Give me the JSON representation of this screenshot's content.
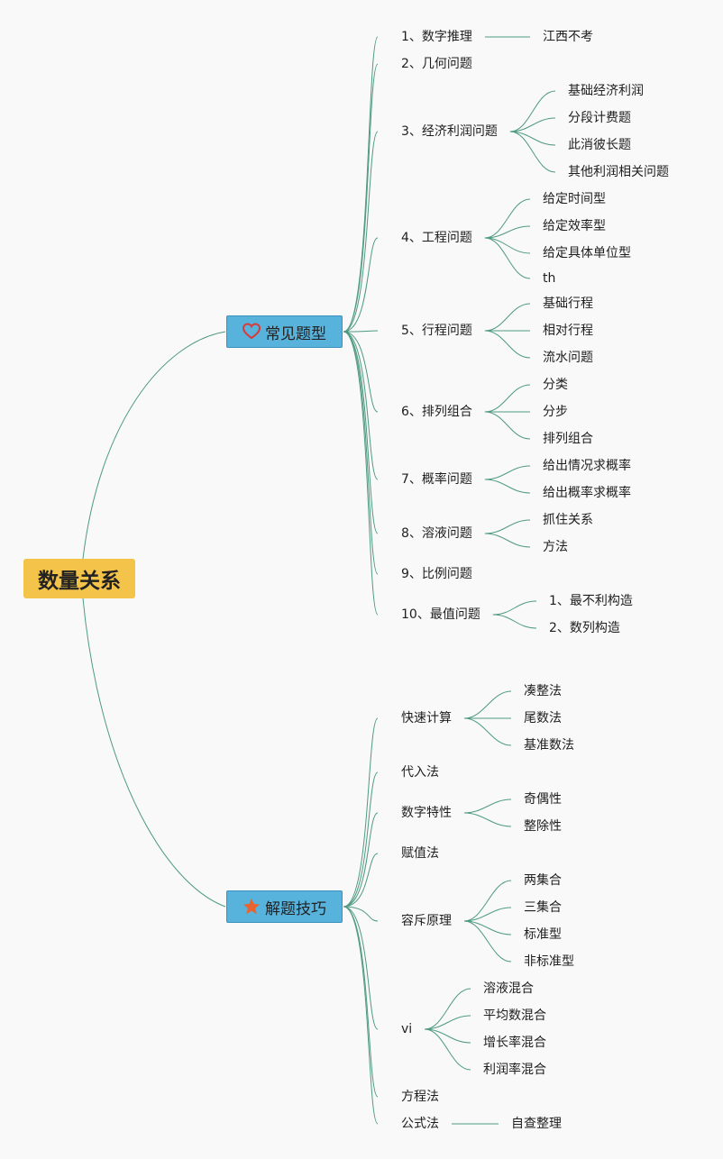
{
  "root": "数量关系",
  "branches": [
    {
      "label": "常见题型",
      "icon": "heart-icon",
      "icon_color": "#d83a3a",
      "children": [
        {
          "label": "1、数字推理",
          "children": [
            "江西不考"
          ]
        },
        {
          "label": "2、几何问题",
          "children": []
        },
        {
          "label": "3、经济利润问题",
          "children": [
            "基础经济利润",
            "分段计费题",
            "此消彼长题",
            "其他利润相关问题"
          ]
        },
        {
          "label": "4、工程问题",
          "children": [
            "给定时间型",
            "给定效率型",
            "给定具体单位型",
            "th"
          ]
        },
        {
          "label": "5、行程问题",
          "children": [
            "基础行程",
            "相对行程",
            "流水问题"
          ]
        },
        {
          "label": "6、排列组合",
          "children": [
            "分类",
            "分步",
            "排列组合"
          ]
        },
        {
          "label": "7、概率问题",
          "children": [
            "给出情况求概率",
            "给出概率求概率"
          ]
        },
        {
          "label": "8、溶液问题",
          "children": [
            "抓住关系",
            "方法"
          ]
        },
        {
          "label": "9、比例问题",
          "children": []
        },
        {
          "label": "10、最值问题",
          "children": [
            "1、最不利构造",
            "2、数列构造"
          ]
        }
      ]
    },
    {
      "label": "解题技巧",
      "icon": "star-icon",
      "icon_color": "#e8632e",
      "children": [
        {
          "label": "快速计算",
          "children": [
            "凑整法",
            "尾数法",
            "基准数法"
          ]
        },
        {
          "label": "代入法",
          "children": []
        },
        {
          "label": "数字特性",
          "children": [
            "奇偶性",
            "整除性"
          ]
        },
        {
          "label": "赋值法",
          "children": []
        },
        {
          "label": "容斥原理",
          "children": [
            "两集合",
            "三集合",
            "标准型",
            "非标准型"
          ]
        },
        {
          "label": "vi",
          "children": [
            "溶液混合",
            "平均数混合",
            "增长率混合",
            "利润率混合"
          ]
        },
        {
          "label": "方程法",
          "children": []
        },
        {
          "label": "公式法",
          "children": [
            "自查整理"
          ]
        }
      ]
    }
  ],
  "colors": {
    "root_fill": "#f3c34a",
    "main_fill": "#57b3dc",
    "main_border": "#3d92bd",
    "link": "#4f9a82",
    "background": "#f9f9f9"
  }
}
